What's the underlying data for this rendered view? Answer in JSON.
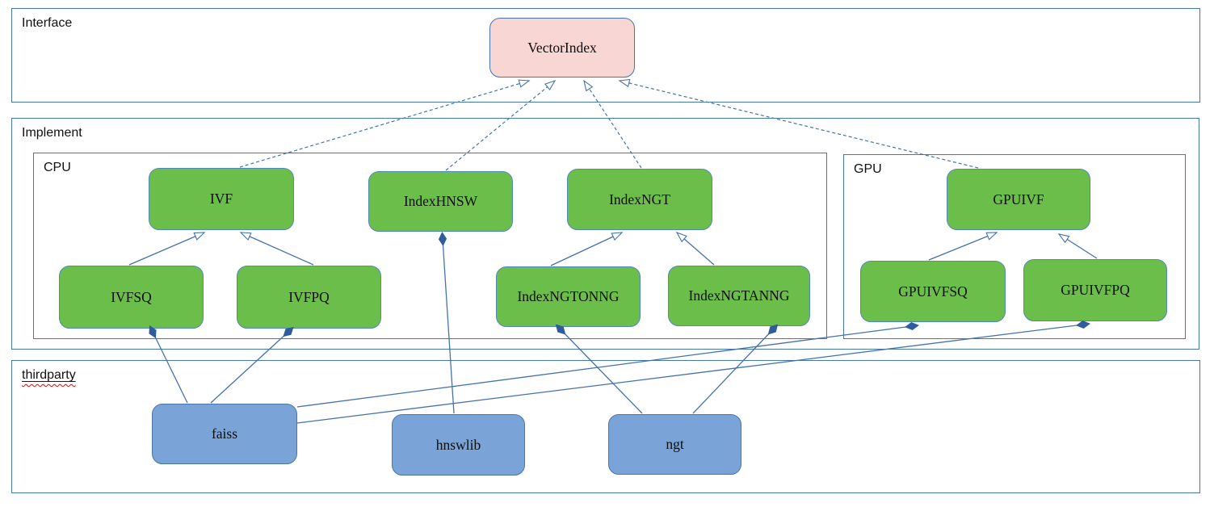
{
  "containers": {
    "interface": {
      "label": "Interface"
    },
    "implement": {
      "label": "Implement"
    },
    "cpu": {
      "label": "CPU"
    },
    "gpu": {
      "label": "GPU"
    },
    "thirdparty": {
      "label": "thirdparty"
    }
  },
  "nodes": {
    "vectorindex": {
      "label": "VectorIndex"
    },
    "ivf": {
      "label": "IVF"
    },
    "indexhnsw": {
      "label": "IndexHNSW"
    },
    "indexngt": {
      "label": "IndexNGT"
    },
    "gpuivf": {
      "label": "GPUIVF"
    },
    "ivfsq": {
      "label": "IVFSQ"
    },
    "ivfpq": {
      "label": "IVFPQ"
    },
    "indexngtonng": {
      "label": "IndexNGTONNG"
    },
    "indexngtanng": {
      "label": "IndexNGTANNG"
    },
    "gpuivfsq": {
      "label": "GPUIVFSQ"
    },
    "gpuivfpq": {
      "label": "GPUIVFPQ"
    },
    "faiss": {
      "label": "faiss"
    },
    "hnswlib": {
      "label": "hnswlib"
    },
    "ngt": {
      "label": "ngt"
    }
  },
  "relationships": {
    "realizations": [
      {
        "from": "IVF",
        "to": "VectorIndex"
      },
      {
        "from": "IndexHNSW",
        "to": "VectorIndex"
      },
      {
        "from": "IndexNGT",
        "to": "VectorIndex"
      },
      {
        "from": "GPUIVF",
        "to": "VectorIndex"
      }
    ],
    "generalizations": [
      {
        "from": "IVFSQ",
        "to": "IVF"
      },
      {
        "from": "IVFPQ",
        "to": "IVF"
      },
      {
        "from": "IndexNGTONNG",
        "to": "IndexNGT"
      },
      {
        "from": "IndexNGTANNG",
        "to": "IndexNGT"
      },
      {
        "from": "GPUIVFSQ",
        "to": "GPUIVF"
      },
      {
        "from": "GPUIVFPQ",
        "to": "GPUIVF"
      }
    ],
    "compositions": [
      {
        "from": "faiss",
        "to": "IVFSQ"
      },
      {
        "from": "faiss",
        "to": "IVFPQ"
      },
      {
        "from": "faiss",
        "to": "GPUIVFSQ"
      },
      {
        "from": "faiss",
        "to": "GPUIVFPQ"
      },
      {
        "from": "hnswlib",
        "to": "IndexHNSW"
      },
      {
        "from": "ngt",
        "to": "IndexNGTONNG"
      },
      {
        "from": "ngt",
        "to": "IndexNGTANNG"
      }
    ]
  },
  "colors": {
    "edge_line": "#4372ae",
    "container_border": "#4576ad",
    "node_green_fill": "#6cbe4a",
    "node_pink_fill": "#f8d6d3",
    "node_blue_fill": "#7aa4d7",
    "diamond_fill": "#2e5c9c",
    "spellcheck_underline": "#cc1111",
    "text": "#0d0d0d"
  }
}
